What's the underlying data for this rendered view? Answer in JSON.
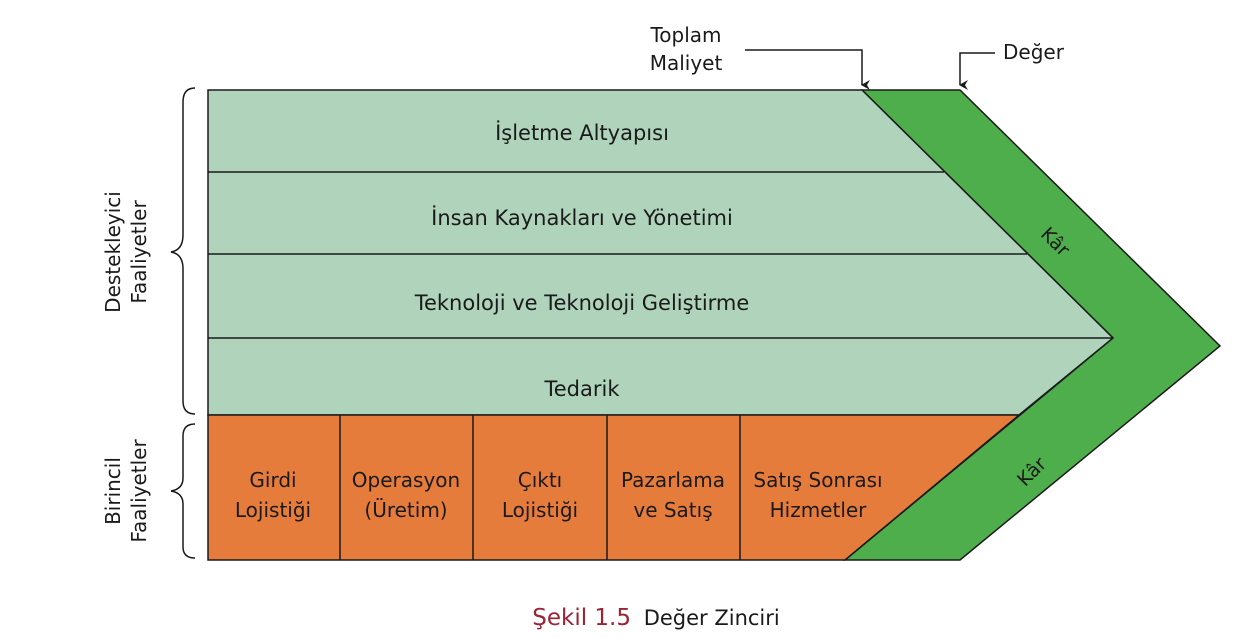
{
  "labels": {
    "toplam_maliyet": [
      "Toplam",
      "Maliyet"
    ],
    "deger": "Değer",
    "destekleyici": [
      "Destekleyici",
      "Faaliyetler"
    ],
    "birincil": [
      "Birincil",
      "Faaliyetler"
    ],
    "kar_top": "Kâr",
    "kar_bottom": "Kâr"
  },
  "support_activities": [
    "İşletme Altyapısı",
    "İnsan Kaynakları ve Yönetimi",
    "Teknoloji ve Teknoloji Geliştirme",
    "Tedarik"
  ],
  "primary_activities": [
    [
      "Girdi",
      "Lojistiği"
    ],
    [
      "Operasyon",
      "(Üretim)"
    ],
    [
      "Çıktı",
      "Lojistiği"
    ],
    [
      "Pazarlama",
      "ve Satış"
    ],
    [
      "Satış Sonrası",
      "Hizmetler"
    ]
  ],
  "caption": {
    "number": "Şekil 1.5",
    "title": "Değer Zinciri"
  },
  "colors": {
    "support": "#afd3bb",
    "primary": "#e67c3c",
    "margin": "#4fae4c",
    "caption_accent": "#9b2335"
  }
}
